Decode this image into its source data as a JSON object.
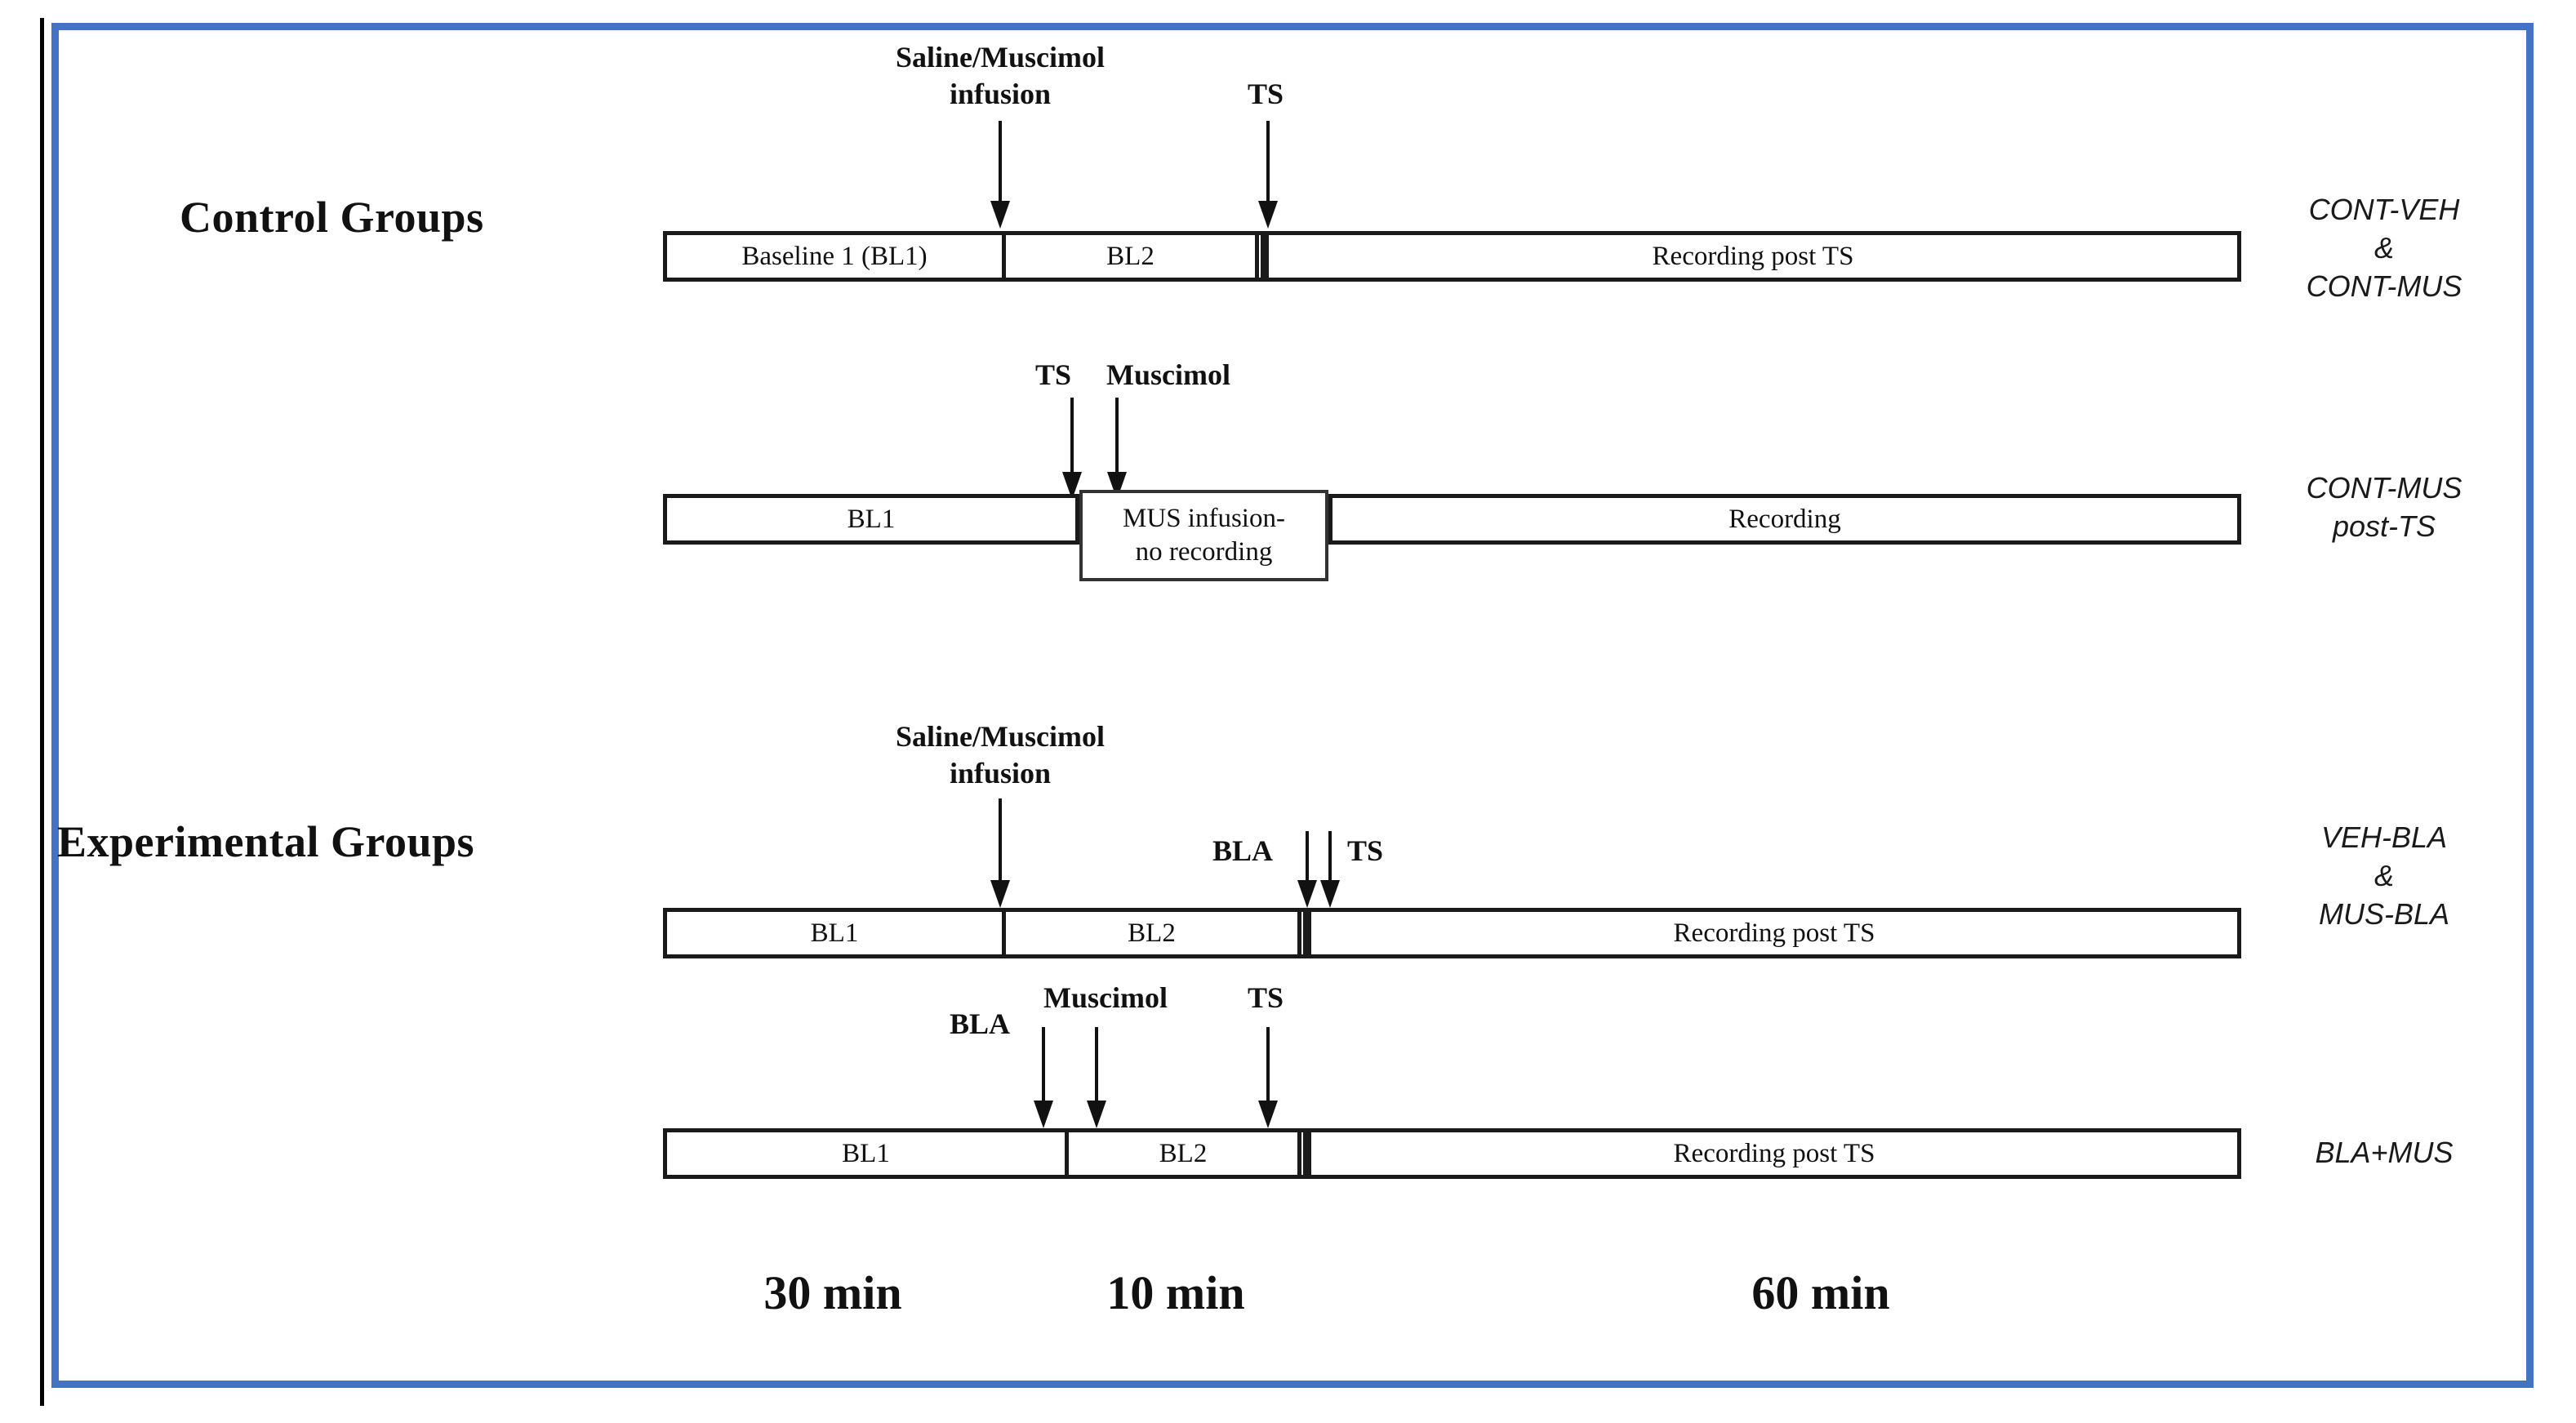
{
  "figure": {
    "frame_color": "#4472C4",
    "ink_color": "#111111"
  },
  "sections": {
    "control_title": "Control Groups",
    "experimental_title": "Experimental Groups"
  },
  "rows": [
    {
      "id": "control-groups-row",
      "group_label_lines": [
        "CONT-VEH",
        "&",
        "CONT-MUS"
      ],
      "segments": [
        {
          "label": "Baseline 1 (BL1)"
        },
        {
          "label": "BL2"
        },
        {
          "label": ""
        },
        {
          "label": "Recording post  TS"
        }
      ],
      "arrows": [
        {
          "name": "saline-muscimol-infusion",
          "caption_lines": [
            "Saline/Muscimol",
            "infusion"
          ]
        },
        {
          "name": "ts",
          "caption_lines": [
            "TS"
          ]
        }
      ]
    },
    {
      "id": "cont-mus-post-ts-row",
      "group_label_lines": [
        "CONT-MUS",
        "post-TS"
      ],
      "segments": [
        {
          "label": "BL1"
        },
        {
          "label": "MUS infusion-\nno recording"
        },
        {
          "label": "Recording"
        }
      ],
      "arrows": [
        {
          "name": "ts",
          "caption_lines": [
            "TS"
          ]
        },
        {
          "name": "muscimol",
          "caption_lines": [
            "Muscimol"
          ]
        }
      ]
    },
    {
      "id": "experimental-groups-row",
      "group_label_lines": [
        "VEH-BLA",
        "&",
        "MUS-BLA"
      ],
      "segments": [
        {
          "label": "BL1"
        },
        {
          "label": "BL2"
        },
        {
          "label": ""
        },
        {
          "label": "Recording post  TS"
        }
      ],
      "arrows": [
        {
          "name": "saline-muscimol-infusion",
          "caption_lines": [
            "Saline/Muscimol",
            "infusion"
          ]
        },
        {
          "name": "bla",
          "caption_lines": [
            "BLA"
          ]
        },
        {
          "name": "ts",
          "caption_lines": [
            "TS"
          ]
        }
      ]
    },
    {
      "id": "bla-plus-mus-row",
      "group_label_lines": [
        "BLA+MUS"
      ],
      "segments": [
        {
          "label": "BL1"
        },
        {
          "label": "BL2"
        },
        {
          "label": ""
        },
        {
          "label": "Recording post  TS"
        }
      ],
      "arrows": [
        {
          "name": "bla",
          "caption_lines": [
            "BLA"
          ]
        },
        {
          "name": "muscimol",
          "caption_lines": [
            "Muscimol"
          ]
        },
        {
          "name": "ts",
          "caption_lines": [
            "TS"
          ]
        }
      ]
    }
  ],
  "row1": {
    "seg_baseline1": "Baseline 1 (BL1)",
    "seg_bl2": "BL2",
    "seg_recording": "Recording post  TS",
    "cap_infusion_l1": "Saline/Muscimol",
    "cap_infusion_l2": "infusion",
    "cap_ts": "TS",
    "label_l1": "CONT-VEH",
    "label_l2": "&",
    "label_l3": "CONT-MUS"
  },
  "row2": {
    "seg_bl1": "BL1",
    "box_l1": "MUS infusion-",
    "box_l2": "no recording",
    "seg_recording": "Recording",
    "cap_ts": "TS",
    "cap_muscimol": "Muscimol",
    "label_l1": "CONT-MUS",
    "label_l2": "post-TS"
  },
  "row3": {
    "seg_bl1": "BL1",
    "seg_bl2": "BL2",
    "seg_recording": "Recording post  TS",
    "cap_infusion_l1": "Saline/Muscimol",
    "cap_infusion_l2": "infusion",
    "cap_bla": "BLA",
    "cap_ts": "TS",
    "label_l1": "VEH-BLA",
    "label_l2": "&",
    "label_l3": "MUS-BLA"
  },
  "row4": {
    "seg_bl1": "BL1",
    "seg_bl2": "BL2",
    "seg_recording": "Recording post  TS",
    "cap_bla": "BLA",
    "cap_muscimol": "Muscimol",
    "cap_ts": "TS",
    "label_l1": "BLA+MUS"
  },
  "timeline_axis": {
    "durations": [
      "30 min",
      "10 min",
      "60 min"
    ],
    "d1": "30 min",
    "d2": "10 min",
    "d3": "60 min"
  }
}
